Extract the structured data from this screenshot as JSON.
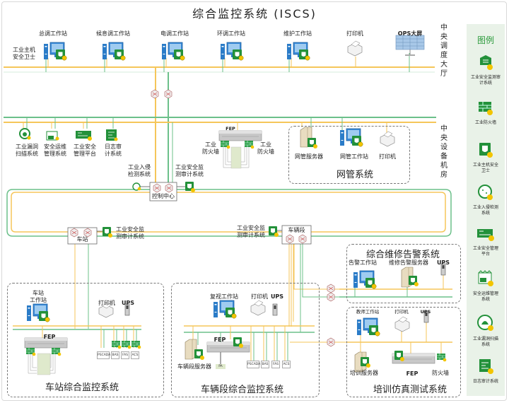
{
  "title": "综合监控系统 (ISCS)",
  "colors": {
    "yellow_bus": "#f5c65a",
    "green_bus": "#6cc08a",
    "accent_green": "#2a9a3a",
    "legend_bg": "#e9f2e8"
  },
  "zones": {
    "dispatch_hall": "中央调度大厅",
    "equipment_room": "中央设备机房"
  },
  "dispatch": {
    "host_guard_label": "工业主机安全卫士",
    "stations": [
      {
        "label": "总调工作站",
        "icon": "workstation-icon"
      },
      {
        "label": "候息调工作站",
        "icon": "workstation-icon"
      },
      {
        "label": "电调工作站",
        "icon": "workstation-icon"
      },
      {
        "label": "环调工作站",
        "icon": "workstation-icon"
      },
      {
        "label": "维护工作站",
        "icon": "workstation-icon"
      },
      {
        "label": "打印机",
        "icon": "printer-icon"
      },
      {
        "label": "OPS大屏",
        "icon": "display-wall-icon"
      }
    ]
  },
  "equipment_room": {
    "security_items": [
      {
        "label1": "工业漏洞",
        "label2": "扫描系统"
      },
      {
        "label1": "安全运维",
        "label2": "管理系统"
      },
      {
        "label1": "工业安全",
        "label2": "管理平台"
      },
      {
        "label1": "日志审",
        "label2": "计系统"
      }
    ],
    "fep_label": "FEP",
    "firewall_left": {
      "label1": "工业",
      "label2": "防火墙"
    },
    "firewall_right": {
      "label1": "工业",
      "label2": "防火墙"
    },
    "ids": {
      "label1": "工业入侵",
      "label2": "检测系统"
    },
    "audit": {
      "label1": "工业安全监",
      "label2": "测审计系统"
    },
    "control_center": "控制中心",
    "nms": {
      "title": "网管系统",
      "items": [
        "网管服务器",
        "网管工作站",
        "打印机"
      ]
    }
  },
  "ring": {
    "station_node": "车站",
    "station_audit": {
      "label1": "工业安全监",
      "label2": "测审计系统"
    },
    "depot_node": "车辆段",
    "depot_audit": {
      "label1": "工业安全监",
      "label2": "测审计系统"
    }
  },
  "station_system": {
    "title": "车站综合监控系统",
    "workstation": {
      "label1": "车站",
      "label2": "工作站"
    },
    "printer": "打印机",
    "ups": "UPS",
    "fep": "FEP",
    "subsystems": [
      "PSCADA",
      "BAS",
      "FAS",
      "ACS"
    ]
  },
  "depot_system": {
    "title": "车辆段综合监控系统",
    "workstation": "复视工作站",
    "printer": "打印机",
    "ups": "UPS",
    "fep": "FEP",
    "server": "车辆段服务器",
    "subsystems": [
      "PSCADA",
      "BAS",
      "FAS",
      "ACS"
    ],
    "pa_label": "PA"
  },
  "maintenance_system": {
    "title": "综合维修告警系统",
    "items": [
      "告警工作站",
      "维修告警服务器",
      "UPS"
    ]
  },
  "training_system": {
    "title": "培训仿真测试系统",
    "items": [
      "教师工作站",
      "打印机",
      "UPS",
      "培训服务器",
      "FEP",
      "防火墙"
    ]
  },
  "legend": {
    "title": "图例",
    "items": [
      {
        "label": "工业安全监测审计系统",
        "icon": "audit-icon"
      },
      {
        "label": "工业防火墙",
        "icon": "firewall-icon"
      },
      {
        "label": "工业主机安全卫士",
        "icon": "host-guard-icon"
      },
      {
        "label": "工业入侵检测系统",
        "icon": "ids-icon"
      },
      {
        "label": "工业安全管理平台",
        "icon": "security-platform-icon"
      },
      {
        "label": "安全运维管理系统",
        "icon": "ops-management-icon"
      },
      {
        "label": "工业漏洞扫描系统",
        "icon": "vuln-scan-icon"
      },
      {
        "label": "日志审计系统",
        "icon": "log-audit-icon"
      }
    ]
  }
}
